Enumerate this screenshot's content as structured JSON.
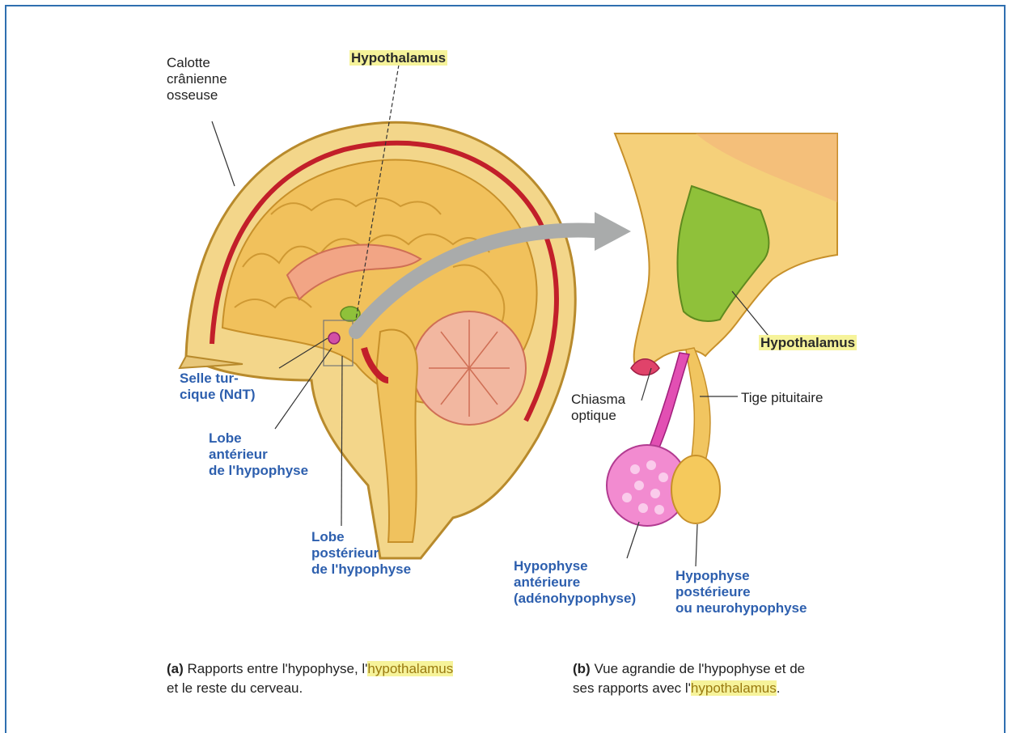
{
  "labels": {
    "calotte": "Calotte\ncrânienne\nosseuse",
    "hypothalamus_a": "Hypothalamus",
    "selle": "Selle tur-\ncique (NdT)",
    "lobe_anterieur": "Lobe\nantérieur\nde l'hypophyse",
    "lobe_posterieur": "Lobe\npostérieur\nde l'hypophyse",
    "hypothalamus_b": "Hypothalamus",
    "chiasma": "Chiasma\noptique",
    "tige": "Tige pituitaire",
    "hypophyse_anterieure": "Hypophyse\nantérieure\n(adénohypophyse)",
    "hypophyse_posterieure": "Hypophyse\npostérieure\nou neurohypophyse"
  },
  "captions": {
    "a_letter": "(a)",
    "a_text_1": "Rapports entre l'hypophyse, l'",
    "a_highlight": "hypothalamus",
    "a_text_2": "et le reste du cerveau.",
    "b_letter": "(b)",
    "b_text_1": "Vue agrandie de l'hypophyse et de",
    "b_text_2": "ses rapports avec l'",
    "b_highlight": "hypothalamus",
    "b_text_3": "."
  },
  "colors": {
    "frame": "#2f6fb0",
    "label_blue": "#2d5fae",
    "highlight": "#f6f39a"
  }
}
